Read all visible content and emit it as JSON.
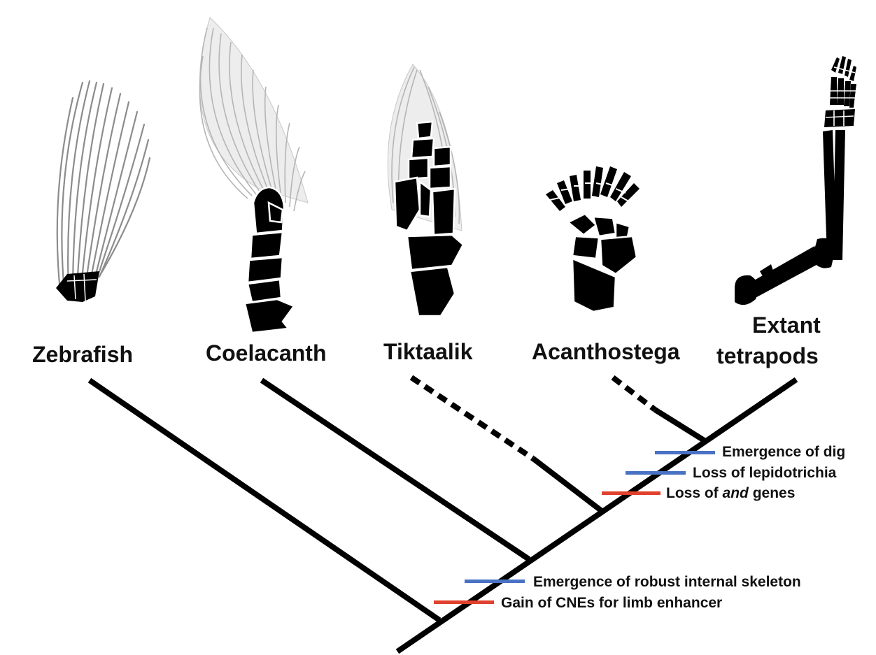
{
  "taxa": [
    {
      "name": "Zebrafish"
    },
    {
      "name": "Coelacanth"
    },
    {
      "name": "Tiktaalik"
    },
    {
      "name": "Acanthostega"
    },
    {
      "name": "Extant",
      "name2": "tetrapods"
    }
  ],
  "events": [
    {
      "pre": "Emergence of dig",
      "em": "",
      "post": "",
      "type": "gain",
      "color": "#4a72c4"
    },
    {
      "pre": "Loss of lepidotrichia",
      "em": "",
      "post": "",
      "type": "loss",
      "color": "#4a72c4"
    },
    {
      "pre": "Loss of ",
      "em": "and",
      "post": " genes",
      "type": "loss",
      "color": "#e0412c"
    },
    {
      "pre": "Emergence of robust internal skeleton",
      "em": "",
      "post": "",
      "type": "gain",
      "color": "#4a72c4"
    },
    {
      "pre": "Gain of CNEs for limb enhancer",
      "em": "",
      "post": "",
      "type": "gain",
      "color": "#e0412c"
    }
  ],
  "legend_colors": {
    "blue": "#4a72c4",
    "red": "#e0412c"
  }
}
